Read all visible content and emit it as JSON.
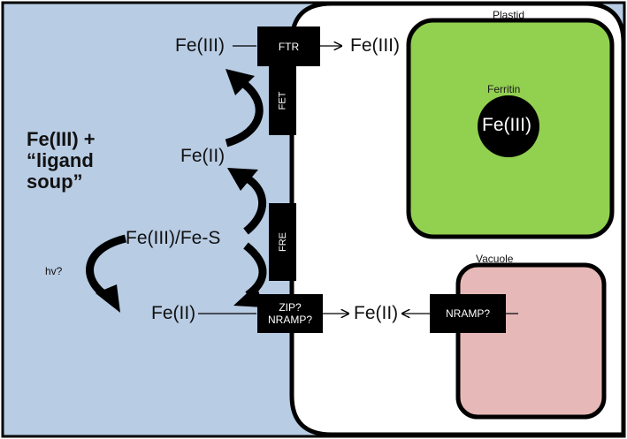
{
  "compartments": {
    "plastid": "Plastid",
    "vacuole": "Vacuole",
    "ferritin": "Ferritin"
  },
  "extracellular": {
    "ligand_text": [
      "Fe(III) +",
      "“ligand",
      "soup”"
    ],
    "fe3_top": "Fe(III)",
    "fe2_mid": "Fe(II)",
    "fe3_fes": "Fe(III)/Fe-S",
    "hv": "hv?",
    "fe2_bottom": "Fe(II)"
  },
  "intracellular": {
    "fe3_top": "Fe(III)",
    "ferritin_fe": "Fe(III)",
    "fe2": "Fe(II)"
  },
  "transporters": {
    "ftr": "FTR",
    "fet": "FET",
    "fre": "FRE",
    "zip_line1": "ZIP?",
    "zip_line2": "NRAMP?",
    "nramp_vac": "NRAMP?"
  },
  "colors": {
    "extracellular": "#b8cce4",
    "plastid": "#92d050",
    "vacuole": "#e6b8b7",
    "outline": "#000000"
  }
}
